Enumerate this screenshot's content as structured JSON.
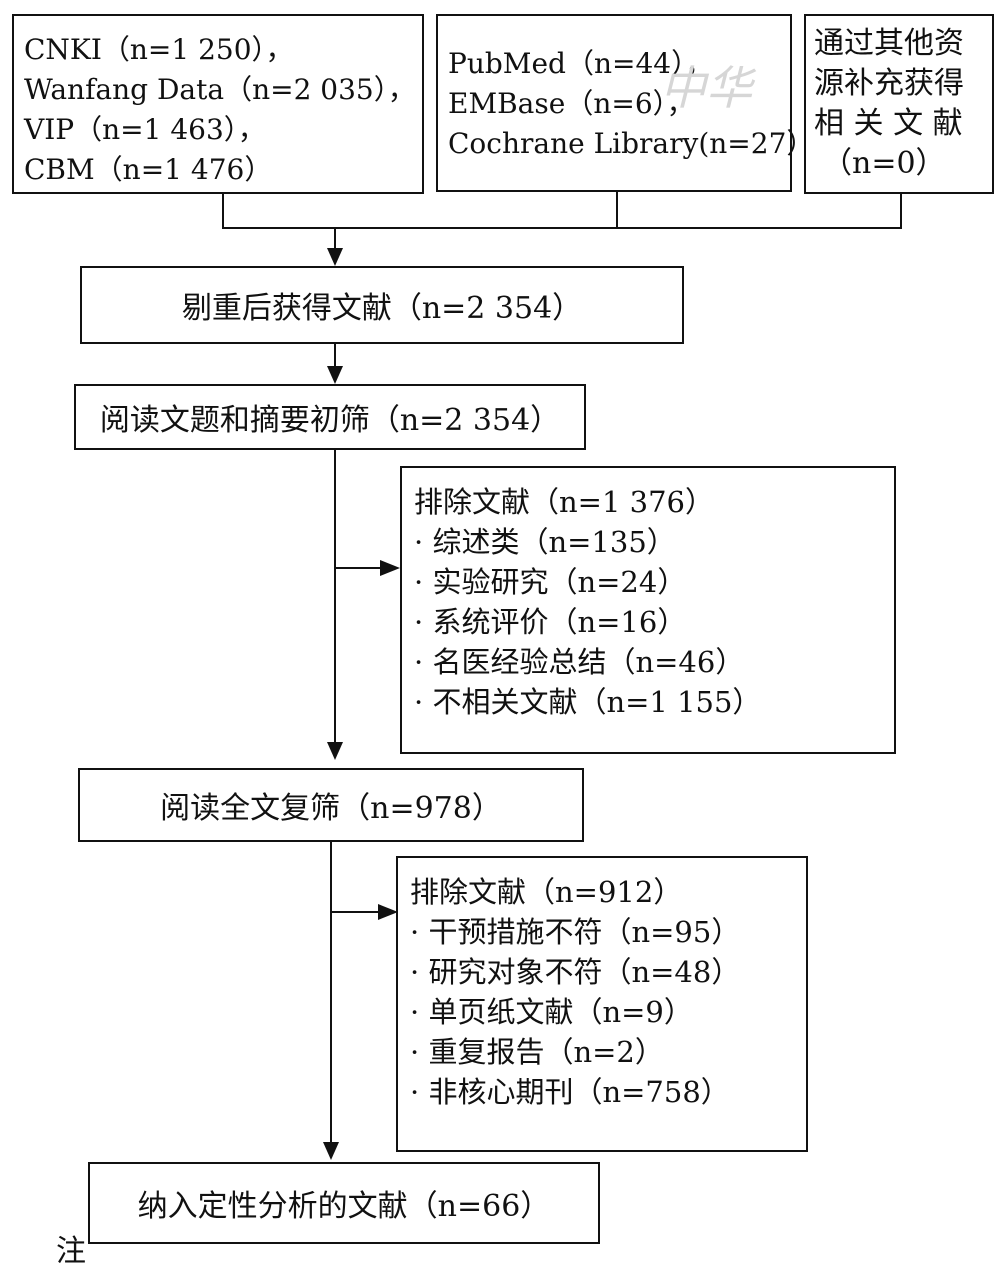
{
  "sources": {
    "chinese_db": [
      "CNKI（n=1 250），",
      "Wanfang Data（n=2 035），",
      "VIP（n=1 463），",
      "CBM（n=1 476）"
    ],
    "english_db": [
      "PubMed（n=44），",
      "EMBase（n=6），",
      "Cochrane Library(n=27）"
    ],
    "other": [
      "通过其他资",
      "源补充获得",
      "相 关 文 献",
      "（n=0）"
    ]
  },
  "steps": {
    "dedup": "剔重后获得文献（n=2 354）",
    "title_abstract": "阅读文题和摘要初筛（n=2 354）",
    "fulltext": "阅读全文复筛（n=978）",
    "included": "纳入定性分析的文献（n=66）"
  },
  "exclusion1": {
    "header": "排除文献（n=1 376）",
    "items": [
      "综述类（n=135）",
      "实验研究（n=24）",
      "系统评价（n=16）",
      "名医经验总结（n=46）",
      "不相关文献（n=1 155）"
    ]
  },
  "exclusion2": {
    "header": "排除文献（n=912）",
    "items": [
      "干预措施不符（n=95）",
      "研究对象不符（n=48）",
      "单页纸文献（n=9）",
      "重复报告（n=2）",
      "非核心期刊（n=758）"
    ]
  },
  "footer": "注",
  "watermark": "中华"
}
